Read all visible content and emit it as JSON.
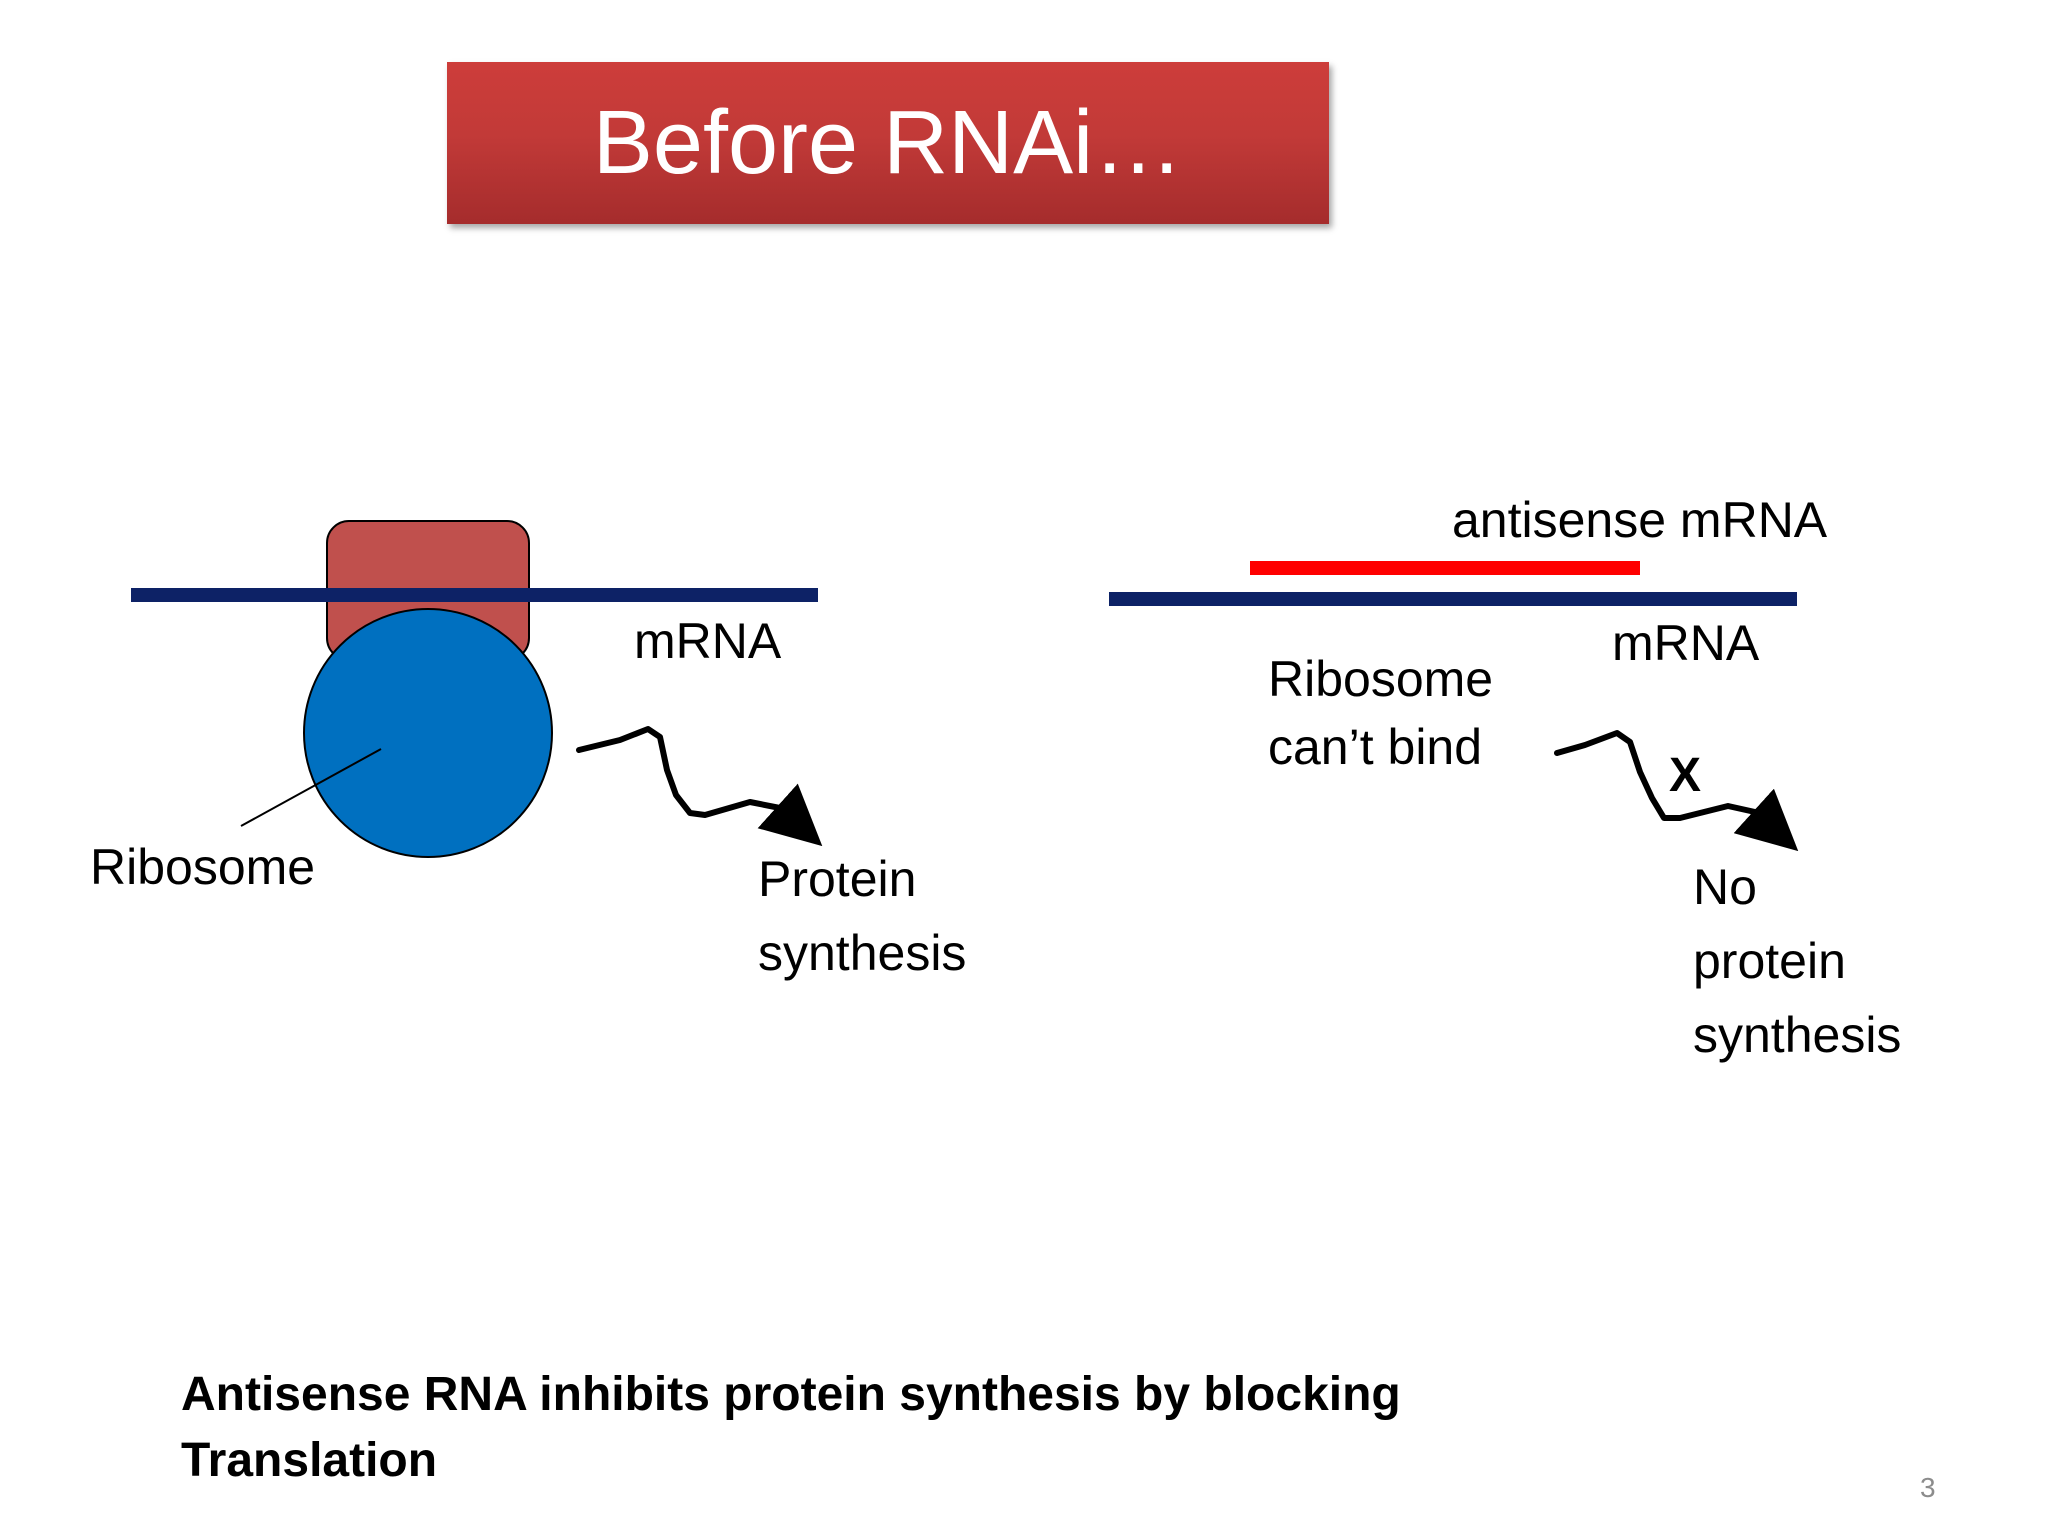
{
  "title": "Before RNAi…",
  "left_panel": {
    "mrna_label": "mRNA",
    "ribosome_label": "Ribosome",
    "result_lines": [
      "Protein",
      "synthesis"
    ]
  },
  "right_panel": {
    "antisense_label": "antisense mRNA",
    "mrna_label": "mRNA",
    "blocked_lines": [
      "Ribosome",
      "can’t bind"
    ],
    "blocked_mark": "X",
    "result_lines": [
      "No",
      "protein",
      "synthesis"
    ]
  },
  "caption": "Antisense RNA inhibits protein synthesis by blocking Translation",
  "slide_number": "3",
  "colors": {
    "title_bg": "#c23a38",
    "mrna_strand": "#0d2266",
    "antisense_strand": "#ff0000",
    "ribosome_large_subunit": "#c0504d",
    "ribosome_small_subunit": "#0070c0"
  }
}
